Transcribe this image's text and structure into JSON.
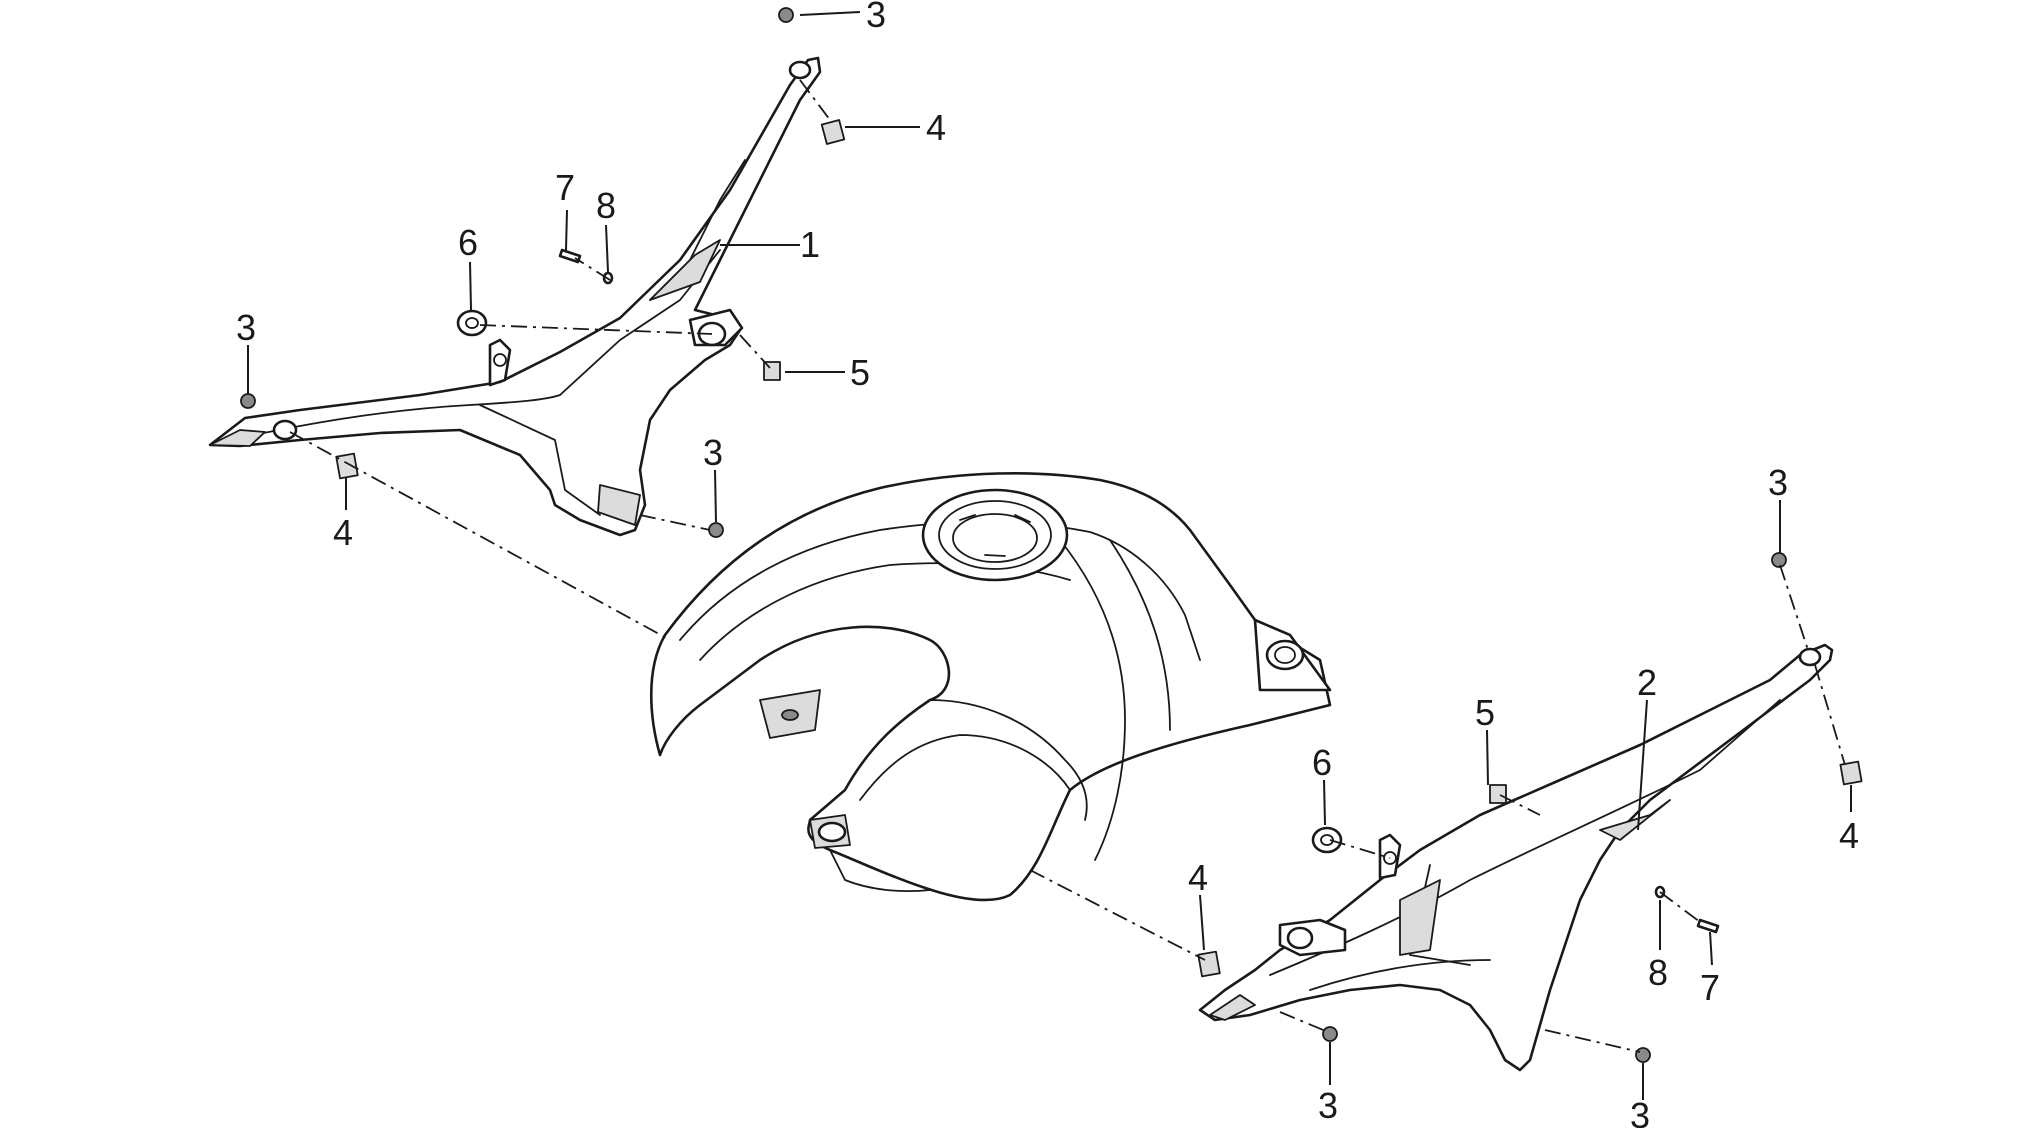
{
  "diagram": {
    "callouts": [
      {
        "id": "c1",
        "text": "1"
      },
      {
        "id": "c2",
        "text": "2"
      },
      {
        "id": "c3a",
        "text": "3"
      },
      {
        "id": "c3b",
        "text": "3"
      },
      {
        "id": "c3c",
        "text": "3"
      },
      {
        "id": "c3d",
        "text": "3"
      },
      {
        "id": "c3e",
        "text": "3"
      },
      {
        "id": "c3f",
        "text": "3"
      },
      {
        "id": "c4a",
        "text": "4"
      },
      {
        "id": "c4b",
        "text": "4"
      },
      {
        "id": "c4c",
        "text": "4"
      },
      {
        "id": "c4d",
        "text": "4"
      },
      {
        "id": "c5a",
        "text": "5"
      },
      {
        "id": "c5b",
        "text": "5"
      },
      {
        "id": "c6a",
        "text": "6"
      },
      {
        "id": "c6b",
        "text": "6"
      },
      {
        "id": "c7a",
        "text": "7"
      },
      {
        "id": "c7b",
        "text": "7"
      },
      {
        "id": "c8a",
        "text": "8"
      },
      {
        "id": "c8b",
        "text": "8"
      }
    ]
  }
}
